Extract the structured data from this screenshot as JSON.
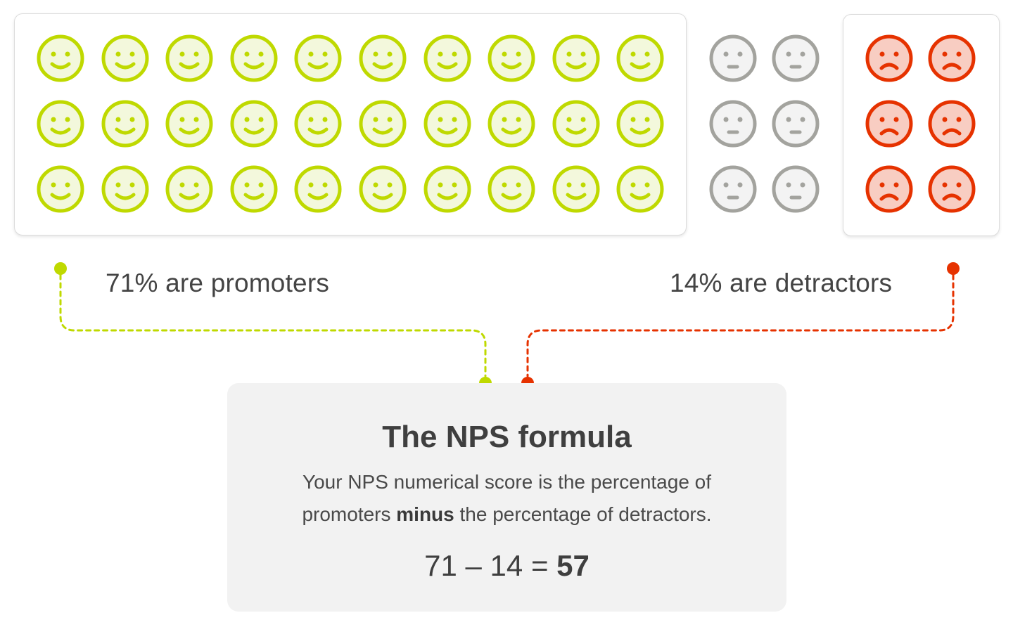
{
  "colors": {
    "promoter_stroke": "#bfd900",
    "promoter_fill": "#f3f8dc",
    "passive_stroke": "#a3a39e",
    "passive_fill": "#f3f3f3",
    "detractor_stroke": "#e63200",
    "detractor_fill": "#f8cdc2",
    "text": "#444444",
    "formula_bg": "#f2f2f2"
  },
  "faces": {
    "promoters": {
      "count": 30,
      "rows": 3,
      "cols": 10,
      "type": "happy"
    },
    "passives": {
      "count": 6,
      "rows": 3,
      "cols": 2,
      "type": "neutral"
    },
    "detractors": {
      "count": 6,
      "rows": 3,
      "cols": 2,
      "type": "sad"
    }
  },
  "labels": {
    "promoters": "71% are promoters",
    "detractors": "14% are detractors"
  },
  "formula": {
    "title": "The NPS formula",
    "desc_line1": "Your NPS numerical score is the percentage of",
    "desc_line2_pre": "promoters ",
    "desc_line2_bold": "minus",
    "desc_line2_post": " the percentage of detractors.",
    "eq_left": "71 – 14 = ",
    "eq_result": "57"
  }
}
